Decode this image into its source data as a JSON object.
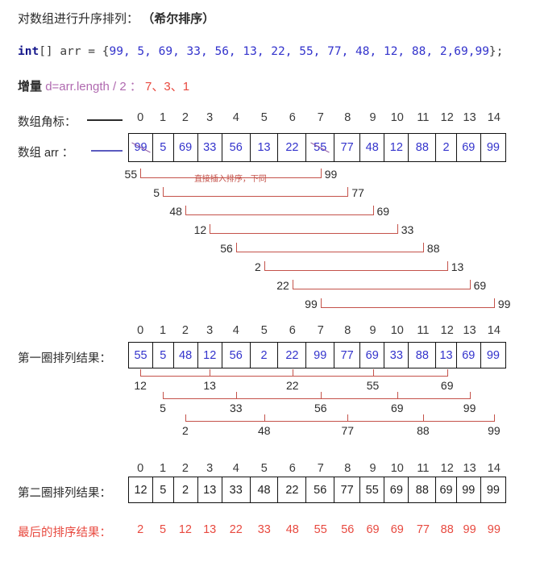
{
  "title": {
    "prefix": "对数组进行升序排列：",
    "emphasis": "（希尔排序）"
  },
  "code": {
    "keyword": "int",
    "middle": "[] arr = {",
    "values": "99, 5, 69, 33, 56, 13, 22, 55, 77, 48, 12, 88, 2,69,99",
    "suffix": "};"
  },
  "gap": {
    "label": "增量",
    "expression": "d=arr.length / 2 ：",
    "values": "7、3、1"
  },
  "rows": {
    "index_label": "数组角标：",
    "array_label": "数组 arr ：",
    "pass1_label": "第一圈排列结果：",
    "pass2_label": "第二圈排列结果：",
    "final_label": "最后的排序结果："
  },
  "indices": [
    "0",
    "1",
    "2",
    "3",
    "4",
    "5",
    "6",
    "7",
    "8",
    "9",
    "10",
    "11",
    "12",
    "13",
    "14"
  ],
  "array_initial": [
    "99",
    "5",
    "69",
    "33",
    "56",
    "13",
    "22",
    "55",
    "77",
    "48",
    "12",
    "88",
    "2",
    "69",
    "99"
  ],
  "array_pass1": [
    "55",
    "5",
    "48",
    "12",
    "56",
    "2",
    "22",
    "99",
    "77",
    "69",
    "33",
    "88",
    "13",
    "69",
    "99"
  ],
  "array_pass2": [
    "12",
    "5",
    "2",
    "13",
    "33",
    "48",
    "22",
    "56",
    "77",
    "55",
    "69",
    "88",
    "69",
    "99",
    "99"
  ],
  "array_final": [
    "2",
    "5",
    "12",
    "13",
    "22",
    "33",
    "48",
    "55",
    "56",
    "69",
    "69",
    "77",
    "88",
    "99",
    "99"
  ],
  "annotation": "直接插入排序，下同",
  "gap7_groups": [
    {
      "start_index": 0,
      "end_index": 7,
      "start_label": "55",
      "end_label": "99"
    },
    {
      "start_index": 1,
      "end_index": 8,
      "start_label": "5",
      "end_label": "77"
    },
    {
      "start_index": 2,
      "end_index": 9,
      "start_label": "48",
      "end_label": "69"
    },
    {
      "start_index": 3,
      "end_index": 10,
      "start_label": "12",
      "end_label": "33"
    },
    {
      "start_index": 4,
      "end_index": 11,
      "start_label": "56",
      "end_label": "88"
    },
    {
      "start_index": 5,
      "end_index": 12,
      "start_label": "2",
      "end_label": "13"
    },
    {
      "start_index": 6,
      "end_index": 13,
      "start_label": "22",
      "end_label": "69"
    },
    {
      "start_index": 7,
      "end_index": 14,
      "start_label": "99",
      "end_label": "99"
    }
  ],
  "gap3_groups": [
    {
      "indices": [
        0,
        3,
        6,
        9,
        12
      ],
      "labels": [
        "12",
        "13",
        "22",
        "55",
        "69"
      ]
    },
    {
      "indices": [
        1,
        4,
        7,
        10,
        13
      ],
      "labels": [
        "5",
        "33",
        "56",
        "69",
        "99"
      ]
    },
    {
      "indices": [
        2,
        5,
        8,
        11,
        14
      ],
      "labels": [
        "2",
        "48",
        "77",
        "88",
        "99"
      ]
    }
  ],
  "colors": {
    "bracket": "#c4524a",
    "value_blue": "#3333cc",
    "final_red": "#e8493f",
    "gap_purple": "#b06ab0",
    "keyword_navy": "#16188c",
    "strike_purple": "#8a4f9e"
  },
  "chart_data": {
    "type": "table",
    "title": "希尔排序 (Shell Sort) 过程图解",
    "categories": [
      "0",
      "1",
      "2",
      "3",
      "4",
      "5",
      "6",
      "7",
      "8",
      "9",
      "10",
      "11",
      "12",
      "13",
      "14"
    ],
    "series": [
      {
        "name": "数组 arr",
        "values": [
          99,
          5,
          69,
          33,
          56,
          13,
          22,
          55,
          77,
          48,
          12,
          88,
          2,
          69,
          99
        ]
      },
      {
        "name": "第一圈排列结果 (d=7)",
        "values": [
          55,
          5,
          48,
          12,
          56,
          2,
          22,
          99,
          77,
          69,
          33,
          88,
          13,
          69,
          99
        ]
      },
      {
        "name": "第二圈排列结果 (d=3)",
        "values": [
          12,
          5,
          2,
          13,
          33,
          48,
          22,
          56,
          77,
          55,
          69,
          88,
          69,
          99,
          99
        ]
      },
      {
        "name": "最后的排序结果 (d=1)",
        "values": [
          2,
          5,
          12,
          13,
          22,
          33,
          48,
          55,
          56,
          69,
          69,
          77,
          88,
          99,
          99
        ]
      }
    ],
    "gaps": [
      7,
      3,
      1
    ],
    "xlabel": "数组角标",
    "ylabel": ""
  }
}
